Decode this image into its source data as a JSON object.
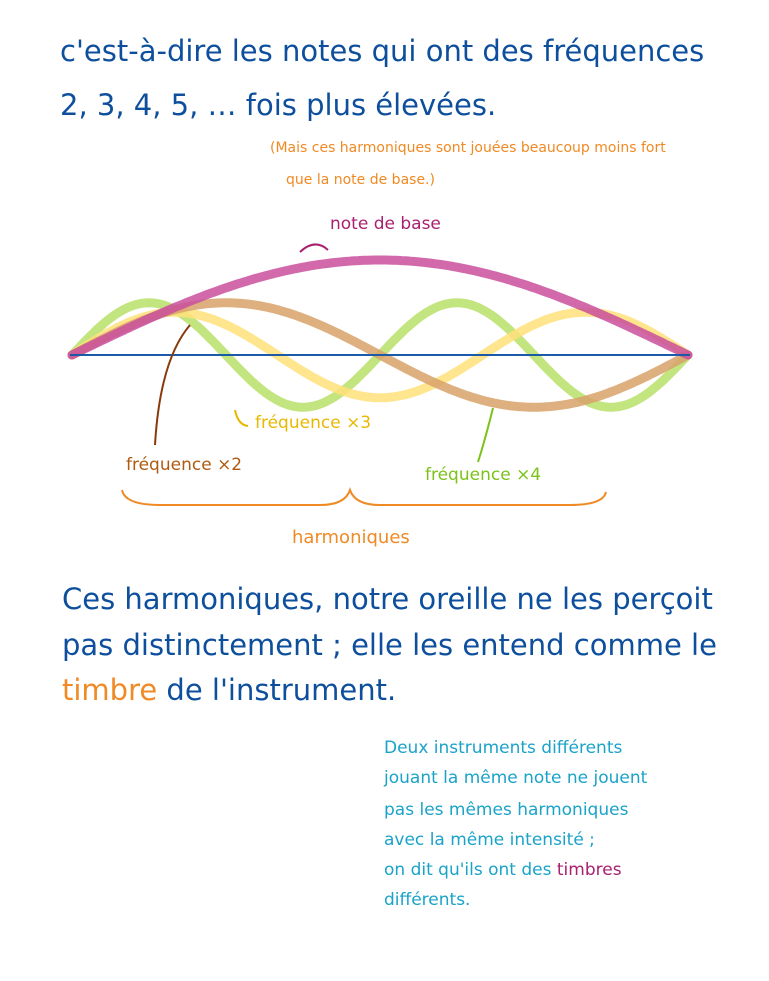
{
  "intro": {
    "line1": "c'est-à-dire les notes qui ont des fréquences",
    "line2": "2, 3, 4, 5, … fois plus élevées."
  },
  "aside": {
    "line1": "(Mais ces harmoniques sont jouées beaucoup moins fort",
    "line2": "que la note de base.)"
  },
  "diagram": {
    "labels": {
      "base": "note de base",
      "f2": "fréquence ×2",
      "f3": "fréquence ×3",
      "f4": "fréquence ×4",
      "harmonics": "harmoniques"
    },
    "waves": [
      {
        "id": "base",
        "multiple": 1,
        "amplitude": 1.0,
        "color": "#c94f9c"
      },
      {
        "id": "f2",
        "multiple": 2,
        "amplitude": 0.55,
        "color": "#d8a26a"
      },
      {
        "id": "f3",
        "multiple": 3,
        "amplitude": 0.45,
        "color": "#ffe07a"
      },
      {
        "id": "f4",
        "multiple": 4,
        "amplitude": 0.55,
        "color": "#b8e06a"
      }
    ],
    "axis_color": "#1a5aa8"
  },
  "paragraph": {
    "line1": "Ces harmoniques, notre oreille ne les perçoit",
    "line2": "pas distinctement ; elle les entend comme le",
    "line3_word": "timbre",
    "line3_rest": " de l'instrument."
  },
  "note": {
    "line1": "Deux instruments différents",
    "line2": "jouant la même note ne jouent",
    "line3": "pas les mêmes harmoniques",
    "line4": "avec la même intensité ;",
    "line5_pre": "on dit qu'ils ont des ",
    "line5_word": "timbres",
    "line6": "différents."
  }
}
